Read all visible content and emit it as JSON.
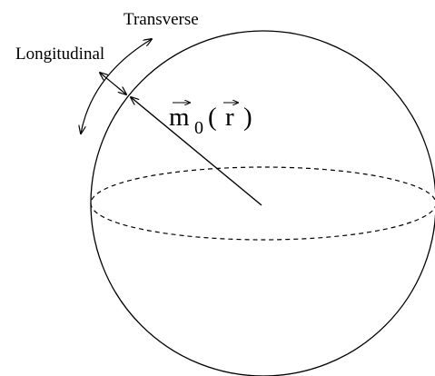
{
  "labels": {
    "transverse": "Transverse",
    "longitudinal": "Longitudinal",
    "vector_main": "m",
    "vector_sub": "0",
    "vector_open": "(",
    "vector_arg": "r",
    "vector_close": ")"
  },
  "colors": {
    "line": "#000000",
    "background": "#ffffff"
  }
}
